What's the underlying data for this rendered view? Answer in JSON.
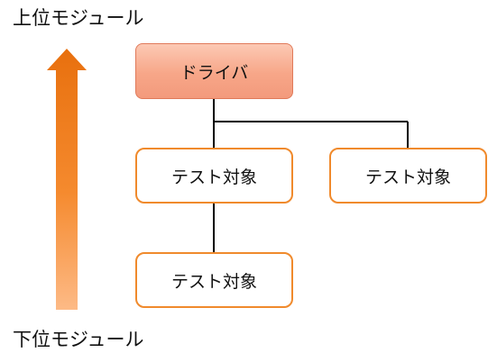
{
  "labels": {
    "top": "上位モジュール",
    "bottom": "下位モジュール"
  },
  "nodes": {
    "driver": "ドライバ",
    "test_1": "テスト対象",
    "test_2": "テスト対象",
    "test_3": "テスト対象"
  },
  "colors": {
    "driver_fill": "#f7a688",
    "driver_border": "#e07a5a",
    "test_border": "#f08a2c",
    "arrow_top": "#e8700e",
    "arrow_bottom": "#fdba86",
    "connector": "#000000"
  }
}
